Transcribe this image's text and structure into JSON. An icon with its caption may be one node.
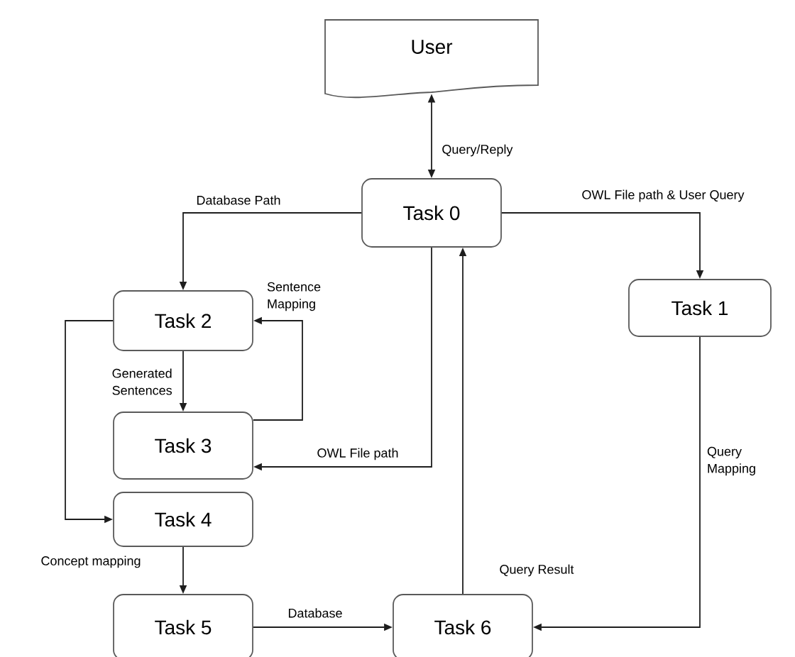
{
  "diagram": {
    "nodes": [
      {
        "text": [
          "User"
        ]
      },
      {
        "text": [
          "Task 0"
        ]
      },
      {
        "text": [
          "Task 1"
        ]
      },
      {
        "text": [
          "Task 2"
        ]
      },
      {
        "text": [
          "Task 3"
        ]
      },
      {
        "text": [
          "Task 4"
        ]
      },
      {
        "text": [
          "Task 5"
        ]
      },
      {
        "text": [
          "Task 6"
        ]
      }
    ],
    "edges": [
      {
        "from": 1,
        "to": 0,
        "arrow": "both",
        "label": "Query/Reply"
      },
      {
        "from": 1,
        "to": 3,
        "arrow": "to",
        "label": "Database Path"
      },
      {
        "from": 1,
        "to": 2,
        "arrow": "to",
        "label": "OWL File path & User Query"
      },
      {
        "from": 3,
        "to": 4,
        "arrow": "to",
        "label": "Generated Sentences"
      },
      {
        "from": 4,
        "to": 3,
        "arrow": "to",
        "label": "Sentence Mapping"
      },
      {
        "from": 1,
        "to": 4,
        "arrow": "to",
        "label": "OWL File path"
      },
      {
        "from": 3,
        "to": 5,
        "arrow": "to"
      },
      {
        "from": 5,
        "to": 6,
        "arrow": "to",
        "label": "Concept mapping"
      },
      {
        "from": 6,
        "to": 7,
        "arrow": "to",
        "label": "Database"
      },
      {
        "from": 7,
        "to": 1,
        "arrow": "to",
        "label": "Query Result"
      },
      {
        "from": 2,
        "to": 7,
        "arrow": "to",
        "label": "Query Mapping"
      }
    ]
  }
}
